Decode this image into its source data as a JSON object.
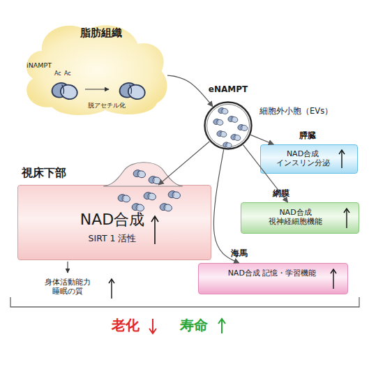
{
  "diagram": {
    "nodes": [
      {
        "text": [
          "脂肪組織",
          "iNAMPT",
          "Ac",
          "Ac",
          "脱アセチル化"
        ]
      },
      {
        "text": [
          "eNAMPT",
          "細胞外小胞（EVs）"
        ]
      },
      {
        "text": [
          "膵臓",
          "NAD合成 インスリン分泌"
        ]
      },
      {
        "text": [
          "視床下部",
          "NAD合成",
          "SIRT 1 活性"
        ]
      },
      {
        "text": [
          "網膜",
          "NAD合成 視神経細胞機能"
        ]
      },
      {
        "text": [
          "海馬",
          "NAD合成 記憶・学習機能"
        ]
      }
    ],
    "edges": [
      {
        "from": 0,
        "to": 1,
        "arrow": "to"
      },
      {
        "from": 1,
        "to": 2,
        "arrow": "to"
      },
      {
        "from": 1,
        "to": 3,
        "arrow": "to"
      },
      {
        "from": 1,
        "to": 4,
        "arrow": "to"
      },
      {
        "from": 1,
        "to": 5,
        "arrow": "to"
      }
    ],
    "labels": [
      "身体活動能力 睡眠の質",
      "老化",
      "寿命"
    ]
  }
}
